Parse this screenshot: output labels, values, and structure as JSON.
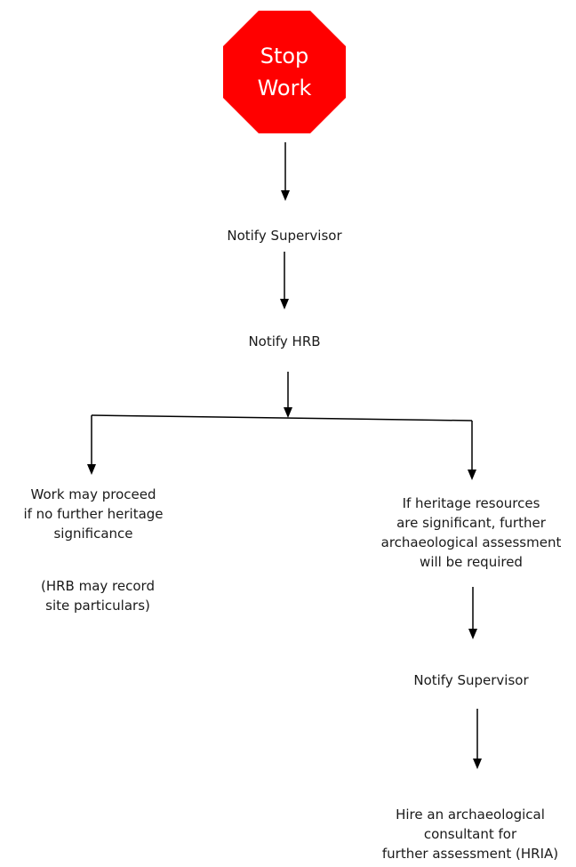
{
  "stop_sign": {
    "line1": "Stop",
    "line2": "Work",
    "color": "#FF0000"
  },
  "steps": {
    "notify_supervisor_1": "Notify Supervisor",
    "notify_hrb": "Notify HRB",
    "work_may_proceed": [
      "Work may proceed",
      "if no further heritage",
      "significance"
    ],
    "hrb_may_record": [
      "(HRB may record",
      "site particulars)"
    ],
    "significant": [
      "If heritage resources",
      "are significant, further",
      "archaeological assessment",
      "will be required"
    ],
    "notify_supervisor_2": "Notify Supervisor",
    "hire_consultant": [
      "Hire an archaeological",
      "consultant for",
      "further assessment (HRIA)"
    ]
  },
  "colors": {
    "line": "#000000",
    "text": "#1a1a1a"
  }
}
